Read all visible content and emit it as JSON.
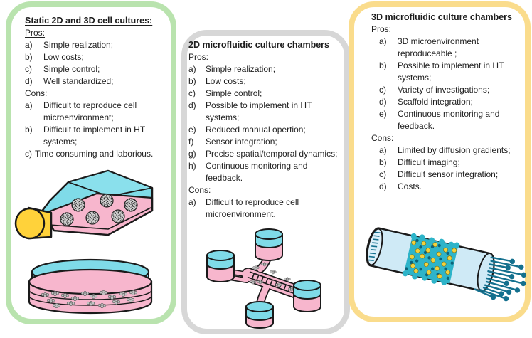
{
  "figure_name": "Comparison of static cultures, 2D microfluidic and 3D microfluidic culture chambers",
  "colors": {
    "panel_green": "#b9e3ae",
    "panel_gray": "#d7d7d7",
    "panel_yellow": "#fadc8c",
    "cyan": "#7fdbe8",
    "pink": "#f7b6cd",
    "cap_yellow": "#ffd23a",
    "tube_blue": "#cfeaf6",
    "scaffold_teal": "#2eb4c9",
    "fiber_teal": "#14708e",
    "cell_yellow": "#f2d13e",
    "text": "#222222"
  },
  "panels": [
    {
      "id": "static-cultures",
      "title": "Static 2D and 3D cell cultures:",
      "pros_label": "Pros:",
      "cons_label": "Cons:",
      "pros": [
        {
          "m": "a)",
          "t": "Simple realization;"
        },
        {
          "m": "b)",
          "t": "Low costs;"
        },
        {
          "m": "c)",
          "t": "Simple control;"
        },
        {
          "m": "d)",
          "t": "Well standardized;"
        }
      ],
      "cons": [
        {
          "m": "a)",
          "t": "Difficult to reproduce cell microenvironment;"
        },
        {
          "m": "b)",
          "t": "Difficult to implement in HT systems;"
        },
        {
          "m": "c)",
          "t": "Time consuming and laborious."
        }
      ]
    },
    {
      "id": "microfluidic-2d",
      "title": "2D microfluidic culture chambers",
      "pros_label": "Pros:",
      "cons_label": "Cons:",
      "pros": [
        {
          "m": "a)",
          "t": "Simple realization;"
        },
        {
          "m": "b)",
          "t": "Low costs;"
        },
        {
          "m": "c)",
          "t": "Simple control;"
        },
        {
          "m": "d)",
          "t": "Possible to implement in HT systems;"
        },
        {
          "m": "e)",
          "t": "Reduced manual opertion;"
        },
        {
          "m": "f)",
          "t": "Sensor integration;"
        },
        {
          "m": "g)",
          "t": "Precise spatial/temporal dynamics;"
        },
        {
          "m": "h)",
          "t": "Continuous monitoring and feedback."
        }
      ],
      "cons": [
        {
          "m": "a)",
          "t": "Difficult to reproduce cell microenvironment."
        }
      ]
    },
    {
      "id": "microfluidic-3d",
      "title": "3D microfluidic culture chambers",
      "pros_label": "Pros:",
      "cons_label": "Cons:",
      "pros": [
        {
          "m": "a)",
          "t": "3D microenvironment reproduceable ;"
        },
        {
          "m": "b)",
          "t": "Possible to implement in HT systems;"
        },
        {
          "m": "c)",
          "t": "Variety of investigations;"
        },
        {
          "m": "d)",
          "t": "Scaffold integration;"
        },
        {
          "m": "e)",
          "t": "Continuous monitoring and feedback."
        }
      ],
      "cons": [
        {
          "m": "a)",
          "t": "Limited by diffusion gradients;"
        },
        {
          "m": "b)",
          "t": "Difficult imaging;"
        },
        {
          "m": "c)",
          "t": "Difficult sensor integration;"
        },
        {
          "m": "d)",
          "t": "Costs."
        }
      ]
    }
  ],
  "illustrations": {
    "flask": "tissue-culture-flask-illustration",
    "petri": "petri-dish-illustration",
    "chip": "2d-microfluidic-chip-illustration",
    "tube": "3d-microfluidic-scaffold-tube-illustration"
  }
}
